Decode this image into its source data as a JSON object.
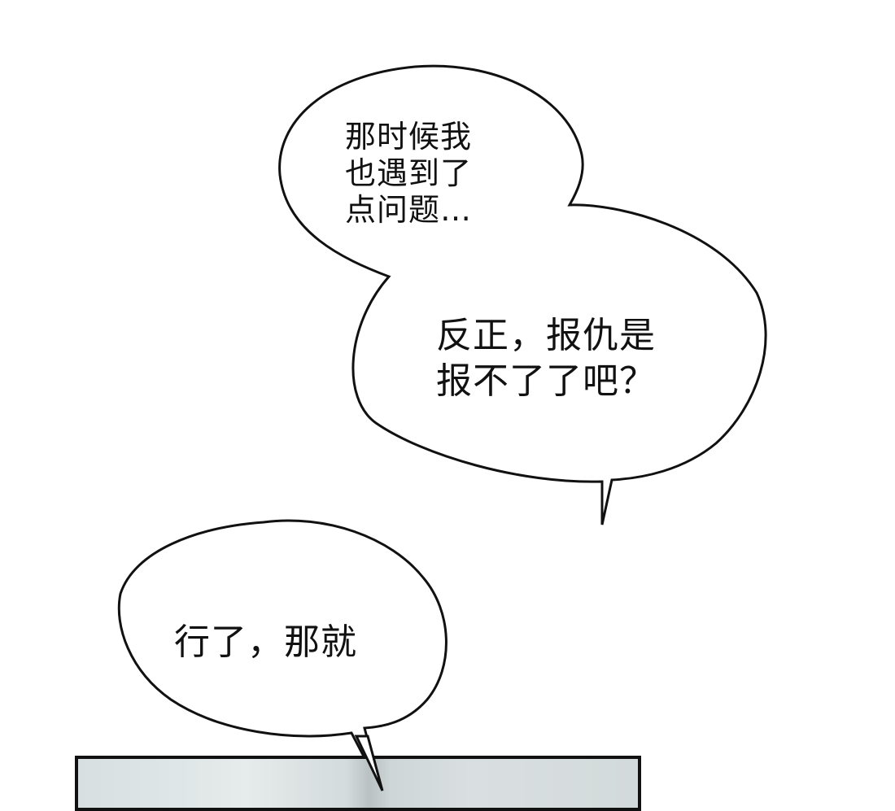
{
  "page": {
    "background": "#ffffff",
    "ink_color": "#111111"
  },
  "bubbles": [
    {
      "id": "bubble-upper-left-lobe",
      "lines": [
        "那时候我",
        "也遇到了",
        "点问题…"
      ],
      "text": "那时候我\n也遇到了\n点问题…"
    },
    {
      "id": "bubble-upper-right-lobe",
      "lines": [
        "反正，报仇是",
        "报不了了吧？"
      ],
      "text": "反正，报仇是\n报不了了吧？"
    },
    {
      "id": "bubble-lower",
      "lines": [
        "行了，那就"
      ],
      "text": "行了，那就"
    }
  ],
  "panel": {
    "border_color": "#111111",
    "fill_color": "#d8dfe0"
  }
}
